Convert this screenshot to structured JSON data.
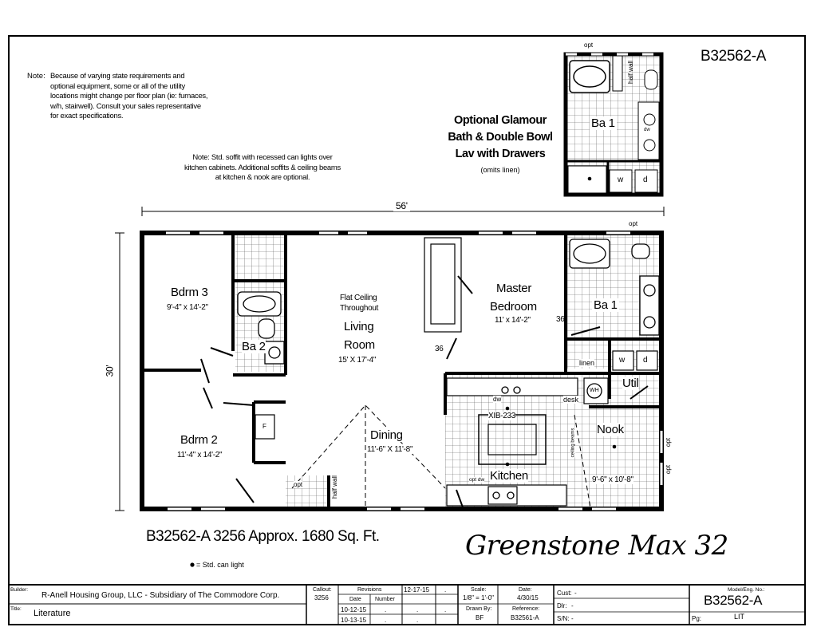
{
  "model_code": "B32562-A",
  "notes": {
    "variation_label": "Note:",
    "variation_text": "Because of varying state requirements and optional equipment, some or all of the utility locations might change per floor plan (ie: furnaces, w/h, stairwell). Consult your sales representative for exact specifications.",
    "soffit": "Note: Std. soffit with recessed can lights over kitchen cabinets. Additional soffits & ceiling beams at kitchen & nook are optional."
  },
  "optional_bath": {
    "title_line1": "Optional Glamour",
    "title_line2": "Bath & Double Bowl",
    "title_line3": "Lav with Drawers",
    "subtitle": "(omits linen)",
    "room": "Ba 1",
    "opt": "opt",
    "half_wall": "half wall",
    "dw": "dw",
    "w": "w",
    "d": "d"
  },
  "dimensions": {
    "width": "56'",
    "depth": "30'"
  },
  "rooms": {
    "bdrm3": {
      "name": "Bdrm 3",
      "size": "9'-4\" x 14'-2\""
    },
    "ba2": {
      "name": "Ba 2"
    },
    "living": {
      "ceiling1": "Flat Ceiling",
      "ceiling2": "Throughout",
      "name1": "Living",
      "name2": "Room",
      "size": "15' X 17'-4\""
    },
    "master": {
      "name1": "Master",
      "name2": "Bedroom",
      "size": "11' x 14'-2\""
    },
    "ba1": {
      "name": "Ba 1"
    },
    "bdrm2": {
      "name": "Bdrm 2",
      "size": "11'-4\" x 14'-2\""
    },
    "dining": {
      "name": "Dining",
      "size": "11'-6\" X 11'-8\""
    },
    "kitchen": {
      "name": "Kitchen"
    },
    "nook": {
      "name": "Nook",
      "size": "9'-6\" x 10'-8\""
    },
    "util": {
      "name": "Util"
    }
  },
  "plan_labels": {
    "opt_top": "opt",
    "opt_right1": "opt",
    "opt_right2": "opt",
    "opt_hall": "opt",
    "half_wall_hall": "half wall",
    "door36_master": "36",
    "door36_living": "36",
    "linen": "linen",
    "w": "w",
    "d": "d",
    "wh": "WH",
    "dw": "dw",
    "desk": "desk",
    "island": "XIB-233",
    "ceiling_beams": "ceiling beams",
    "opt_dw": "opt dw",
    "fridge": "F"
  },
  "footer": {
    "approx": "B32562-A 3256  Approx. 1680 Sq. Ft.",
    "legend": "= Std. can light",
    "brand": "Greenstone Max 32"
  },
  "title_block": {
    "builder_label": "Builder:",
    "builder": "R-Anell Housing Group, LLC - Subsidiary of The Commodore Corp.",
    "title_label": "Title:",
    "title": "Literature",
    "callout_label": "Callout:",
    "callout": "3256",
    "revisions_label": "Revisions",
    "rev_date_hdr": "Date",
    "rev_num_hdr": "Number",
    "rev_top": "12-17-15",
    "rev1": "10-12-15",
    "rev2": "10-13-15",
    "dot": ".",
    "scale_label": "Scale:",
    "scale": "1/8\" = 1'-0\"",
    "drawn_label": "Drawn By:",
    "drawn": "BF",
    "date_label": "Date:",
    "date": "4/30/15",
    "ref_label": "Reference:",
    "ref": "B32561-A",
    "cust_label": "Cust:",
    "cust": "-",
    "dlr_label": "Dlr:",
    "dlr": "-",
    "sn_label": "S/N:",
    "sn": "-",
    "model_label": "Model/Eng. No.:",
    "model": "B32562-A",
    "pg_label": "Pg:",
    "pg": "LIT"
  }
}
